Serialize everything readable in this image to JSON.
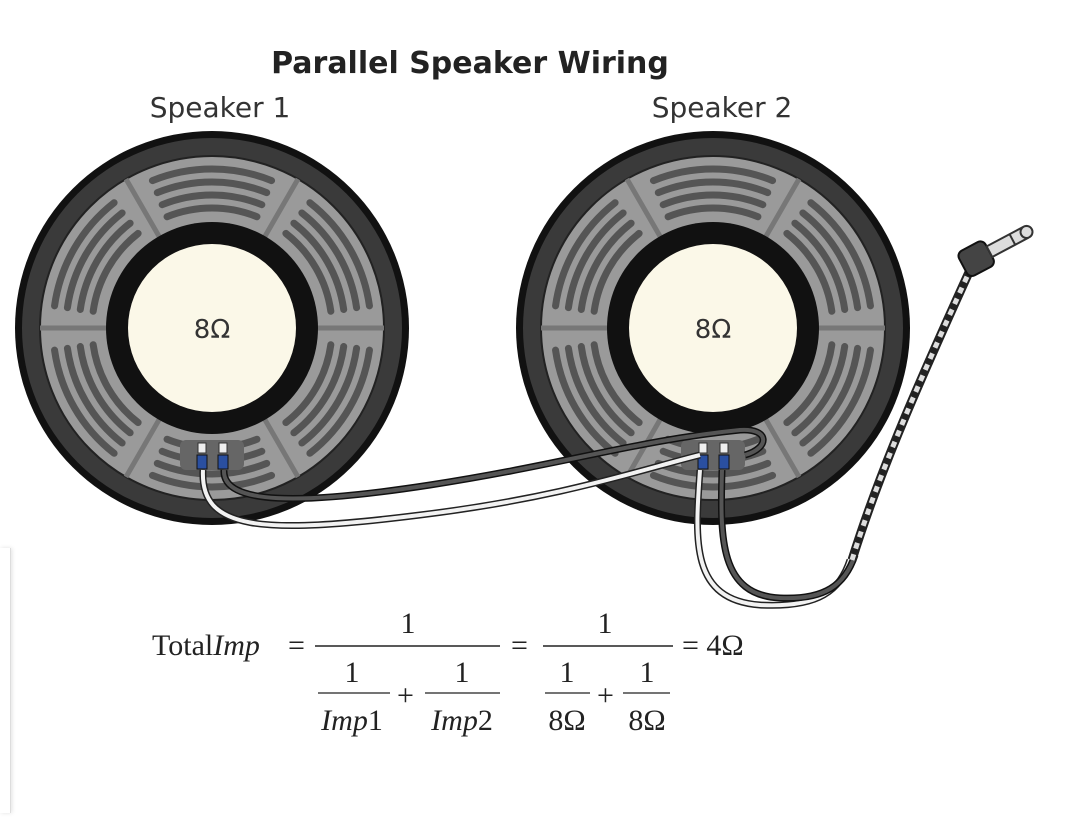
{
  "title": "Parallel Speaker Wiring",
  "speakers": [
    {
      "label": "Speaker 1",
      "impedance": "8Ω"
    },
    {
      "label": "Speaker 2",
      "impedance": "8Ω"
    }
  ],
  "formula": {
    "lhs_text": "Total",
    "lhs_italic": "Imp",
    "eq": "=",
    "one": "1",
    "plus": "+",
    "imp1_italic": "Imp",
    "imp1_num": "1",
    "imp2_italic": "Imp",
    "imp2_num": "2",
    "eight_ohm": "8Ω",
    "result": "= 4Ω"
  },
  "colors": {
    "rim": "#3a3a3a",
    "basket": "#9a9a9a",
    "cone": "#fbf8e8",
    "terminal": "#2a4fa0"
  }
}
